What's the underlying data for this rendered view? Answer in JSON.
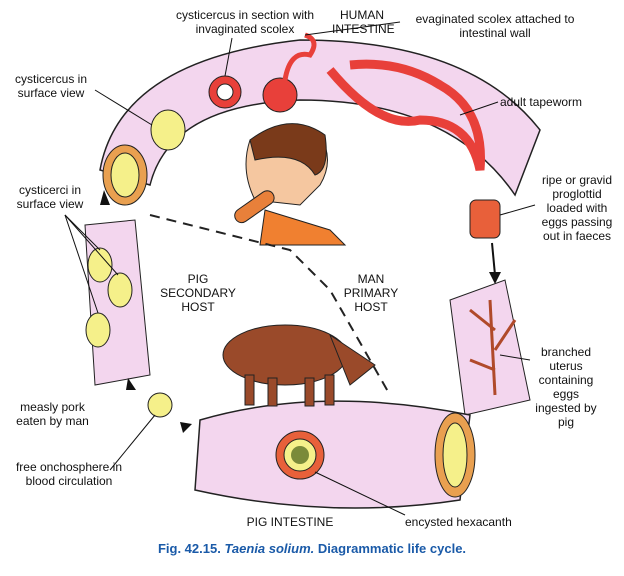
{
  "labels": {
    "cyst_section": "cysticercus in section with invaginated scolex",
    "human_intestine": "HUMAN INTESTINE",
    "evaginated": "evaginated scolex attached to intestinal wall",
    "cyst_surface": "cysticercus in surface view",
    "adult": "adult tapeworm",
    "cysticerci": "cysticerci in surface view",
    "proglottid": "ripe or gravid proglottid loaded with eggs passing out in faeces",
    "pig_host": "PIG SECONDARY HOST",
    "man_host": "MAN PRIMARY HOST",
    "uterus": "branched uterus containing eggs ingested by pig",
    "measly": "measly pork eaten by man",
    "onchosphere": "free onchosphere in blood circulation",
    "pig_intestine": "PIG INTESTINE",
    "hexacanth": "encysted hexacanth"
  },
  "caption": {
    "fig": "Fig. 42.15.",
    "species": "Taenia solium.",
    "text": "Diagrammatic life cycle."
  },
  "colors": {
    "intestine": "#f3d6ee",
    "outline": "#222222",
    "yellow": "#f5f08a",
    "red": "#e8403a",
    "pig": "#9a4a2a",
    "caption": "#1a5aa8"
  }
}
